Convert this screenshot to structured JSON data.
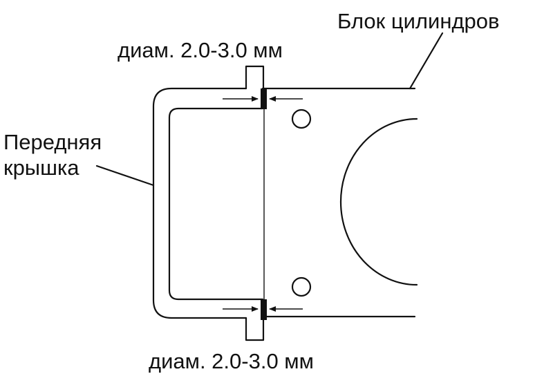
{
  "labels": {
    "cylinder_block": "Блок цилиндров",
    "front_cover_line1": "Передняя",
    "front_cover_line2": "крышка",
    "dim_top": "диам. 2.0-3.0 мм",
    "dim_bottom": "диам. 2.0-3.0 мм"
  },
  "colors": {
    "ink": "#111111",
    "background": "#ffffff"
  }
}
